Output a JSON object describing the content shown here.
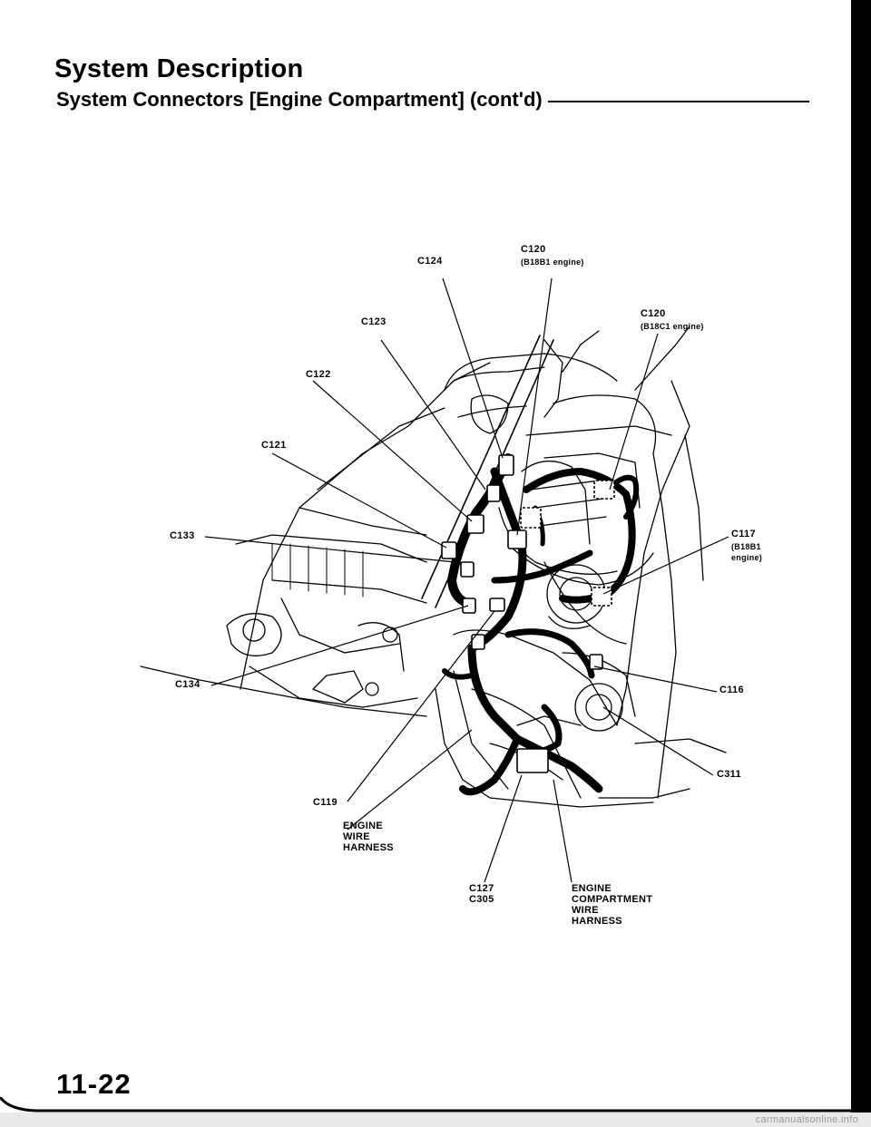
{
  "header": {
    "title": "System Description",
    "subtitle": "System Connectors [Engine Compartment] (cont'd)"
  },
  "labels": {
    "c124": "C124",
    "c120_b18b1": "C120",
    "c120_b18b1_note": "(B18B1 engine)",
    "c123": "C123",
    "c120_b18c1": "C120",
    "c120_b18c1_note": "(B18C1 engine)",
    "c122": "C122",
    "c121": "C121",
    "c133": "C133",
    "c117": "C117",
    "c117_note": "(B18B1\nengine)",
    "c116": "C116",
    "c134": "C134",
    "c311": "C311",
    "c119": "C119",
    "engine_wire_harness": "ENGINE\nWIRE\nHARNESS",
    "c127_c305": "C127\nC305",
    "engine_compartment_wire_harness": "ENGINE\nCOMPARTMENT\nWIRE\nHARNESS"
  },
  "page_number": "11-22",
  "footer": {
    "watermark": "carmanualsonline.info"
  }
}
